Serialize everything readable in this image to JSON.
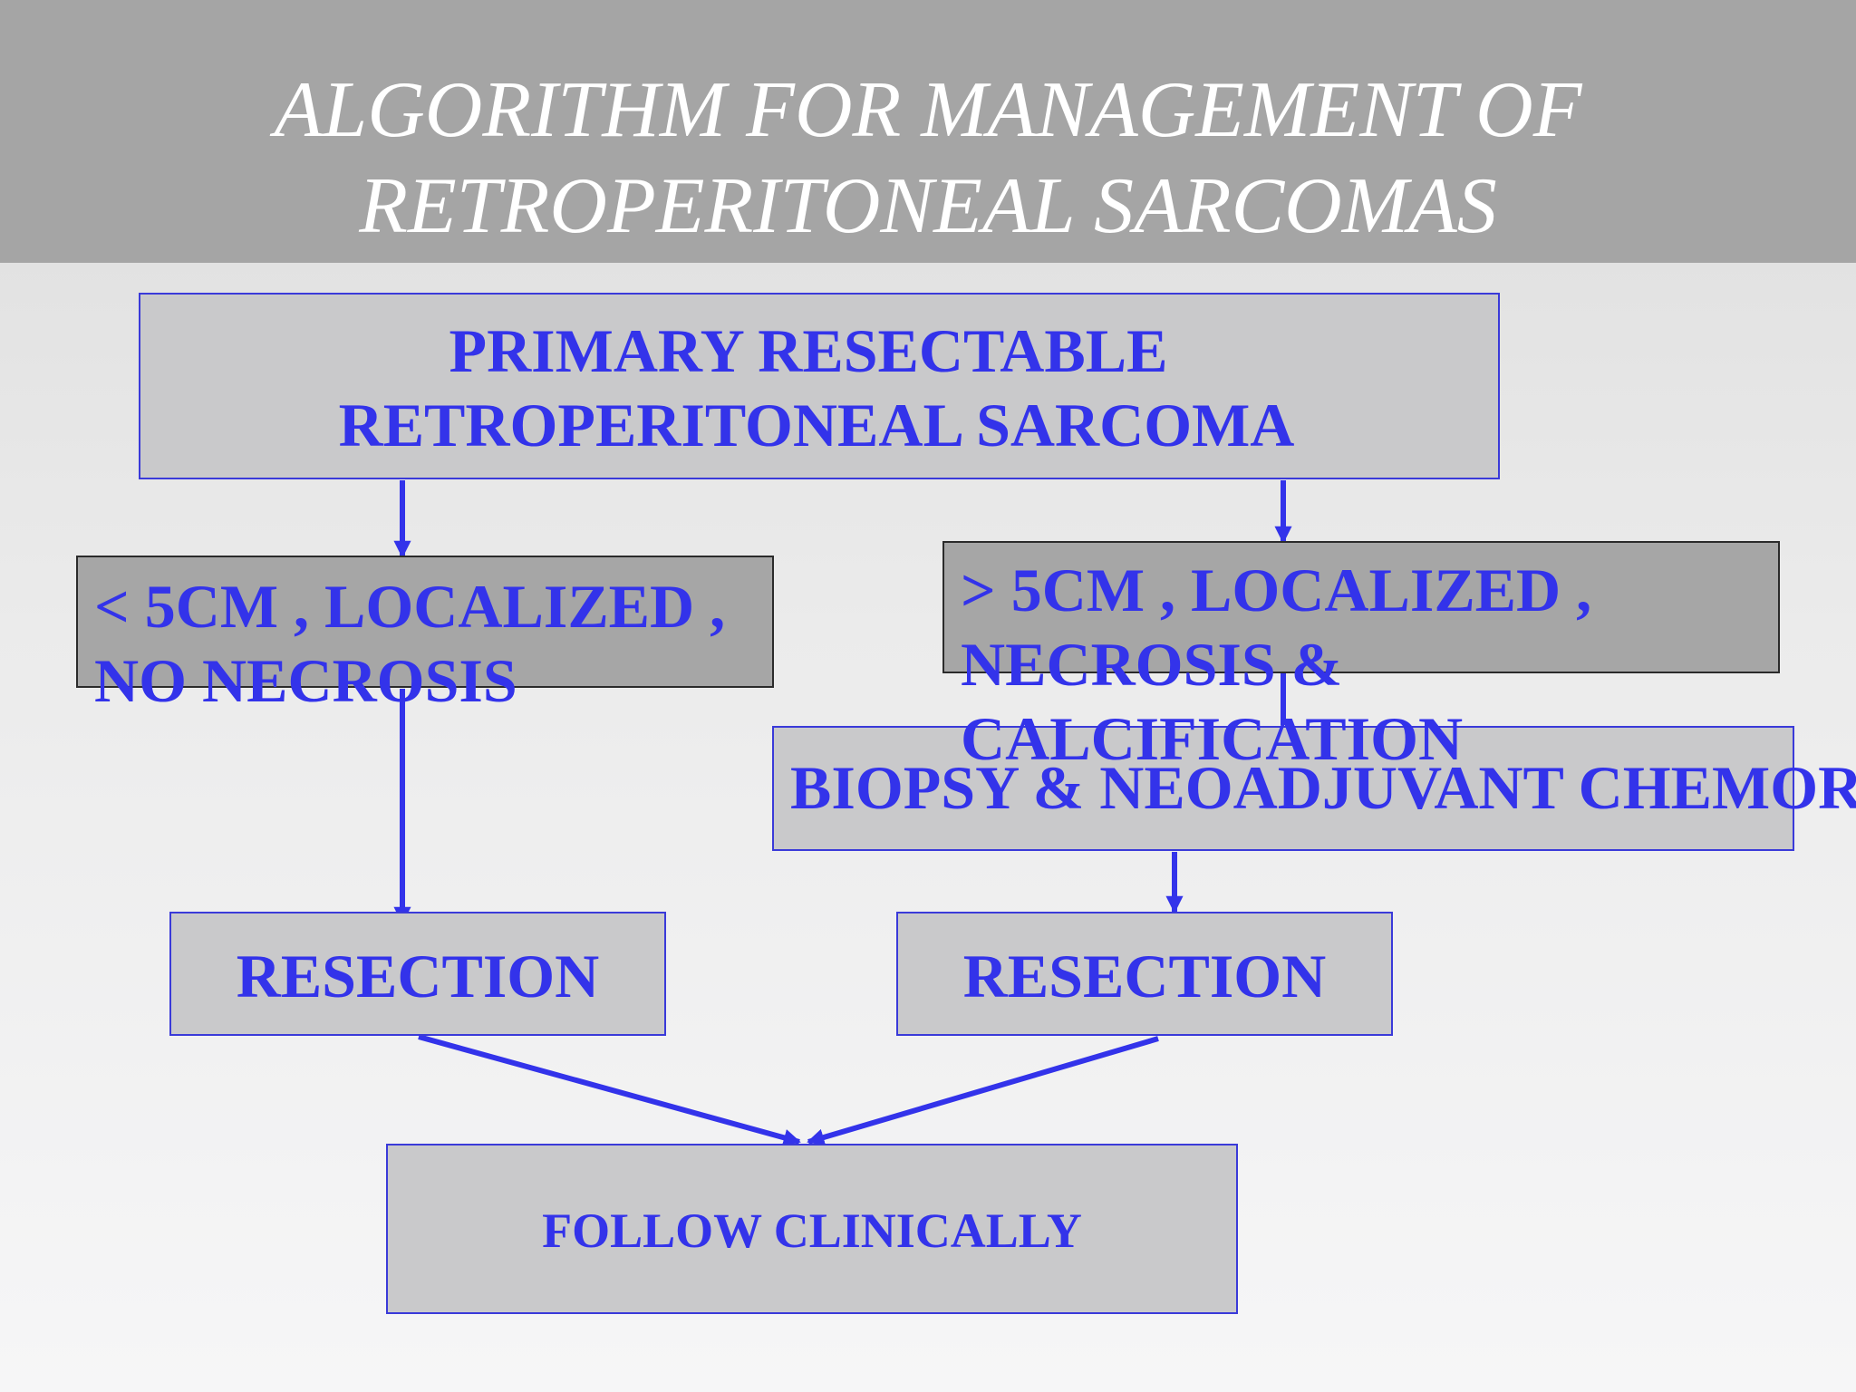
{
  "title": {
    "line1": "ALGORITHM FOR MANAGEMENT OF",
    "line2": "RETROPERITONEAL SARCOMAS"
  },
  "diagram": {
    "primary": {
      "line1": "PRIMARY RESECTABLE",
      "line2": "RETROPERITONEAL SARCOMA"
    },
    "small_tumor": {
      "line1": "< 5CM , LOCALIZED ,",
      "line2": "NO NECROSIS"
    },
    "large_tumor": {
      "line1": "> 5CM , LOCALIZED ,",
      "line2": "NECROSIS &",
      "line3": "CALCIFICATION"
    },
    "biopsy": {
      "label": "BIOPSY & NEOADJUVANT CHEMOR"
    },
    "resection_left": {
      "label": "RESECTION"
    },
    "resection_right": {
      "label": "RESECTION"
    },
    "follow": {
      "label": "FOLLOW CLINICALLY"
    }
  },
  "colors": {
    "text": "#3333ea",
    "arrow": "#3333ea",
    "title_bar": "#a5a5a5",
    "box_fill": "#c9c9cb",
    "box_fill_dark": "#a6a6a6"
  }
}
